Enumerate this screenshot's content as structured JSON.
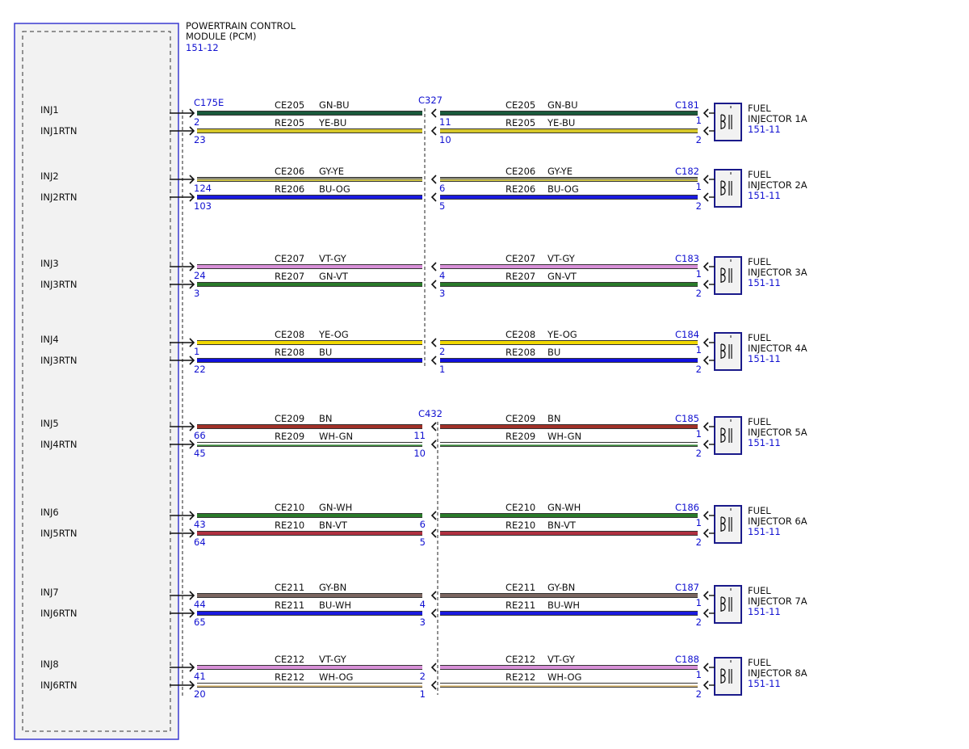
{
  "module": {
    "title_line1": "POWERTRAIN CONTROL",
    "title_line2": "MODULE (PCM)",
    "ref": "151-12"
  },
  "connectors": {
    "pcm": "C175E",
    "c327": "C327",
    "c432": "C432"
  },
  "colors": {
    "GN-BU": [
      "#1a5a3c",
      "#1a5a3c"
    ],
    "YE-BU": [
      "#d6c72a",
      "#d6c72a"
    ],
    "GY-YE": [
      "#8a8a78",
      "#d8cc40"
    ],
    "BU-OG": [
      "#1a1ae0",
      "#1a1ae0"
    ],
    "VT-GY": [
      "#d890d8",
      "#d890d8"
    ],
    "GN-VT": [
      "#2a7a2a",
      "#2a7a2a"
    ],
    "YE-OG": [
      "#f0d800",
      "#f0d800"
    ],
    "BU": [
      "#1010e0",
      "#1010e0"
    ],
    "BN": [
      "#a03028",
      "#a03028"
    ],
    "WH-GN": [
      "#ffffff",
      "#3a8a3a"
    ],
    "GN-WH": [
      "#2a7a2a",
      "#2a7a2a"
    ],
    "BN-VT": [
      "#b03040",
      "#b03040"
    ],
    "GY-BN": [
      "#7a6660",
      "#7a6660"
    ],
    "BU-WH": [
      "#1a1ae0",
      "#1a1ae0"
    ],
    "WH-OG": [
      "#ffffff",
      "#d8b870"
    ]
  },
  "groups": [
    {
      "sig_label": "INJ1",
      "rtn_label": "INJ1RTN",
      "sig_circuit": "CE205",
      "sig_color": "GN-BU",
      "rtn_circuit": "RE205",
      "rtn_color": "YE-BU",
      "pcm_pins": [
        "2",
        "23"
      ],
      "mid_connector": "C327",
      "mid_side": "right",
      "mid_pins": [
        "11",
        "10"
      ],
      "inj_connector": "C181",
      "inj_pins": [
        "1",
        "2"
      ],
      "injector_line1": "FUEL",
      "injector_line2": "INJECTOR 1A",
      "injector_ref": "151-11"
    },
    {
      "sig_label": "INJ2",
      "rtn_label": "INJ2RTN",
      "sig_circuit": "CE206",
      "sig_color": "GY-YE",
      "rtn_circuit": "RE206",
      "rtn_color": "BU-OG",
      "pcm_pins": [
        "124",
        "103"
      ],
      "mid_connector": "",
      "mid_side": "right",
      "mid_pins": [
        "6",
        "5"
      ],
      "inj_connector": "C182",
      "inj_pins": [
        "1",
        "2"
      ],
      "injector_line1": "FUEL",
      "injector_line2": "INJECTOR 2A",
      "injector_ref": "151-11"
    },
    {
      "sig_label": "INJ3",
      "rtn_label": "INJ3RTN",
      "sig_circuit": "CE207",
      "sig_color": "VT-GY",
      "rtn_circuit": "RE207",
      "rtn_color": "GN-VT",
      "pcm_pins": [
        "24",
        "3"
      ],
      "mid_connector": "",
      "mid_side": "right",
      "mid_pins": [
        "4",
        "3"
      ],
      "inj_connector": "C183",
      "inj_pins": [
        "1",
        "2"
      ],
      "injector_line1": "FUEL",
      "injector_line2": "INJECTOR 3A",
      "injector_ref": "151-11"
    },
    {
      "sig_label": "INJ4",
      "rtn_label": "INJ3RTN",
      "sig_circuit": "CE208",
      "sig_color": "YE-OG",
      "rtn_circuit": "RE208",
      "rtn_color": "BU",
      "pcm_pins": [
        "1",
        "22"
      ],
      "mid_connector": "",
      "mid_side": "right",
      "mid_pins": [
        "2",
        "1"
      ],
      "inj_connector": "C184",
      "inj_pins": [
        "1",
        "2"
      ],
      "injector_line1": "FUEL",
      "injector_line2": "INJECTOR 4A",
      "injector_ref": "151-11"
    },
    {
      "sig_label": "INJ5",
      "rtn_label": "INJ4RTN",
      "sig_circuit": "CE209",
      "sig_color": "BN",
      "rtn_circuit": "RE209",
      "rtn_color": "WH-GN",
      "pcm_pins": [
        "66",
        "45"
      ],
      "mid_connector": "C432",
      "mid_side": "left",
      "mid_pins": [
        "11",
        "10"
      ],
      "inj_connector": "C185",
      "inj_pins": [
        "1",
        "2"
      ],
      "injector_line1": "FUEL",
      "injector_line2": "INJECTOR 5A",
      "injector_ref": "151-11"
    },
    {
      "sig_label": "INJ6",
      "rtn_label": "INJ5RTN",
      "sig_circuit": "CE210",
      "sig_color": "GN-WH",
      "rtn_circuit": "RE210",
      "rtn_color": "BN-VT",
      "pcm_pins": [
        "43",
        "64"
      ],
      "mid_connector": "",
      "mid_side": "left",
      "mid_pins": [
        "6",
        "5"
      ],
      "inj_connector": "C186",
      "inj_pins": [
        "1",
        "2"
      ],
      "injector_line1": "FUEL",
      "injector_line2": "INJECTOR 6A",
      "injector_ref": "151-11"
    },
    {
      "sig_label": "INJ7",
      "rtn_label": "INJ6RTN",
      "sig_circuit": "CE211",
      "sig_color": "GY-BN",
      "rtn_circuit": "RE211",
      "rtn_color": "BU-WH",
      "pcm_pins": [
        "44",
        "65"
      ],
      "mid_connector": "",
      "mid_side": "left",
      "mid_pins": [
        "4",
        "3"
      ],
      "inj_connector": "C187",
      "inj_pins": [
        "1",
        "2"
      ],
      "injector_line1": "FUEL",
      "injector_line2": "INJECTOR 7A",
      "injector_ref": "151-11"
    },
    {
      "sig_label": "INJ8",
      "rtn_label": "INJ6RTN",
      "sig_circuit": "CE212",
      "sig_color": "VT-GY",
      "rtn_circuit": "RE212",
      "rtn_color": "WH-OG",
      "pcm_pins": [
        "41",
        "20"
      ],
      "mid_connector": "",
      "mid_side": "left",
      "mid_pins": [
        "2",
        "1"
      ],
      "inj_connector": "C188",
      "inj_pins": [
        "1",
        "2"
      ],
      "injector_line1": "FUEL",
      "injector_line2": "INJECTOR 8A",
      "injector_ref": "151-11"
    }
  ]
}
